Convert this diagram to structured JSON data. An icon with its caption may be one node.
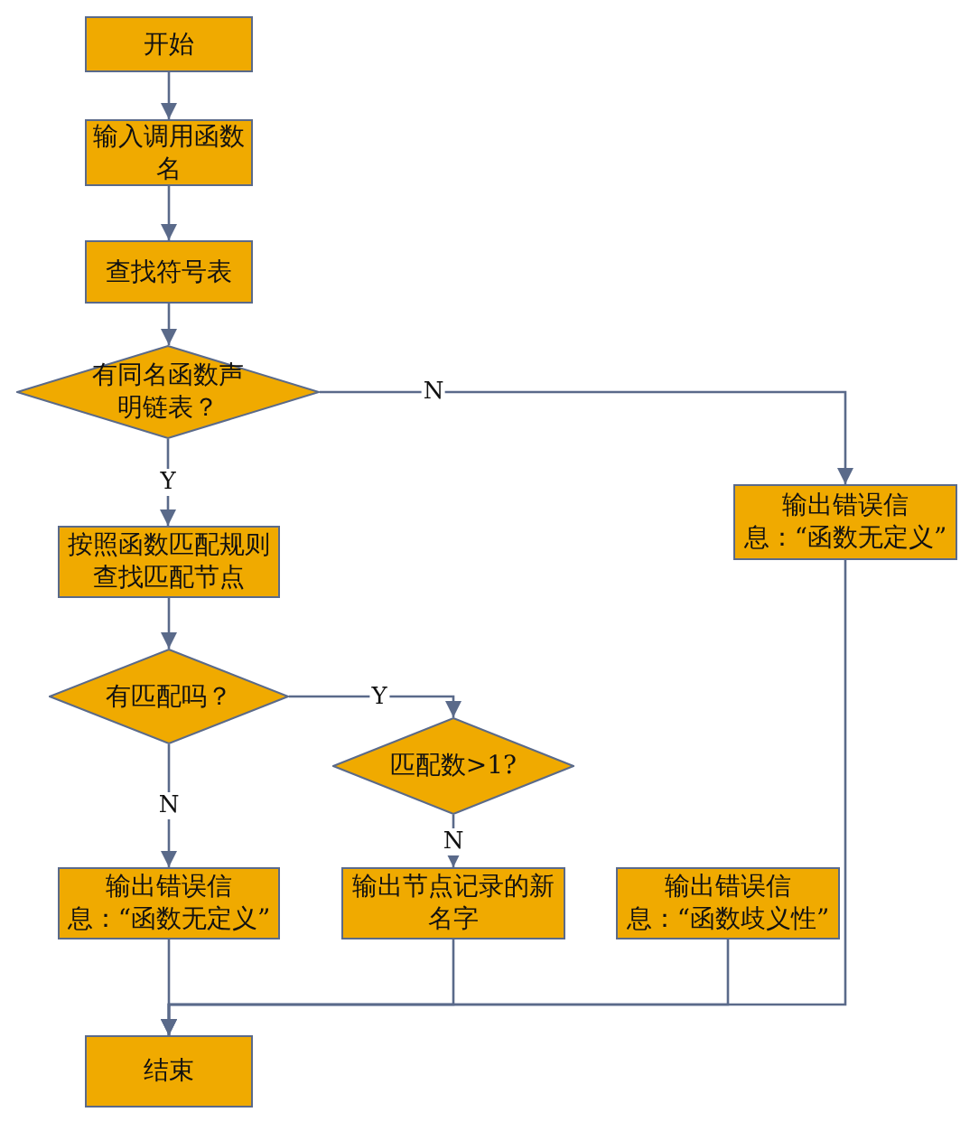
{
  "diagram": {
    "nodes": [
      {
        "text": [
          "开始"
        ]
      },
      {
        "text": [
          "输入调用函数名"
        ]
      },
      {
        "text": [
          "查找符号表"
        ]
      },
      {
        "text": [
          "有同名函数声明链表？"
        ]
      },
      {
        "text": [
          "输出错误信息：“函数无定义”"
        ]
      },
      {
        "text": [
          "按照函数匹配规则查找匹配节点"
        ]
      },
      {
        "text": [
          "有匹配吗？"
        ]
      },
      {
        "text": [
          "匹配数>1?"
        ]
      },
      {
        "text": [
          "输出错误信息：“函数无定义”"
        ]
      },
      {
        "text": [
          "输出节点记录的新名字"
        ]
      },
      {
        "text": [
          "输出错误信息：“函数歧义性”"
        ]
      },
      {
        "text": [
          "结束"
        ]
      }
    ],
    "edges": [
      {
        "from": 0,
        "to": 1,
        "arrow": "to"
      },
      {
        "from": 1,
        "to": 2,
        "arrow": "to"
      },
      {
        "from": 2,
        "to": 3,
        "arrow": "to"
      },
      {
        "from": 3,
        "to": 4,
        "arrow": "to",
        "label": "N"
      },
      {
        "from": 3,
        "to": 5,
        "arrow": "to",
        "label": "Y"
      },
      {
        "from": 5,
        "to": 6,
        "arrow": "to"
      },
      {
        "from": 6,
        "to": 7,
        "arrow": "to",
        "label": "Y"
      },
      {
        "from": 6,
        "to": 8,
        "arrow": "to",
        "label": "N"
      },
      {
        "from": 7,
        "to": 9,
        "arrow": "to",
        "label": "N"
      },
      {
        "from": 8,
        "to": 11,
        "arrow": "to"
      },
      {
        "from": 9,
        "to": 11,
        "arrow": "to"
      },
      {
        "from": 10,
        "to": 11,
        "arrow": "to"
      },
      {
        "from": 4,
        "to": 11,
        "arrow": "to"
      }
    ]
  }
}
